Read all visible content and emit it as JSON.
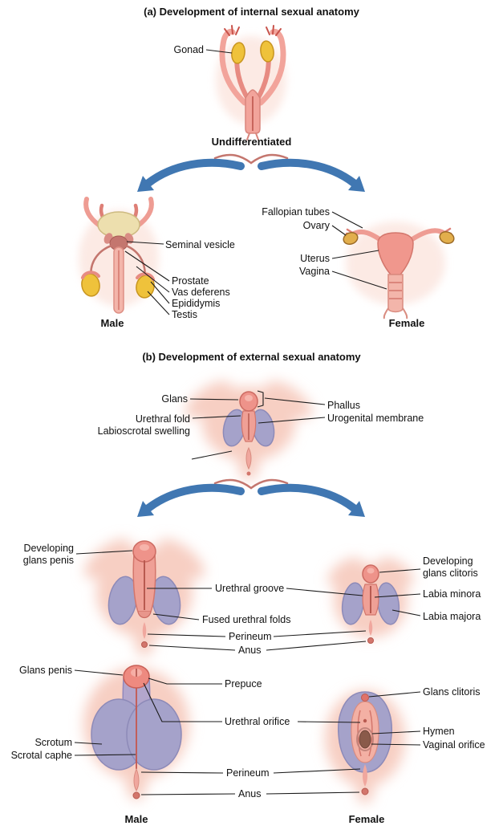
{
  "colors": {
    "arrow_blue": "#4077B2",
    "swelling_purple": "#A5A2CA",
    "gonad_yellow": "#EFC23B",
    "tissue_pink": "#F0A096",
    "background": "#FFFFFF"
  },
  "section_a": {
    "title": "(a) Development of internal sexual anatomy",
    "gonad": "Gonad",
    "undifferentiated": "Undifferentiated",
    "seminal_vesicle": "Seminal vesicle",
    "prostate": "Prostate",
    "vas_deferens": "Vas deferens",
    "epididymis": "Epididymis",
    "testis": "Testis",
    "male": "Male",
    "fallopian_tubes": "Fallopian tubes",
    "ovary": "Ovary",
    "uterus": "Uterus",
    "vagina": "Vagina",
    "female": "Female"
  },
  "section_b": {
    "title": "(b) Development of external sexual anatomy",
    "glans": "Glans",
    "urethral_fold": "Urethral fold",
    "labioscrotal_swelling": "Labioscrotal swelling",
    "phallus": "Phallus",
    "urogenital_membrane": "Urogenital membrane",
    "developing_glans_penis": "Developing glans penis",
    "urethral_groove": "Urethral groove",
    "fused_urethral_folds": "Fused urethral folds",
    "perineum_mid": "Perineum",
    "anus_mid": "Anus",
    "developing_glans_clitoris": "Developing glans clitoris",
    "labia_minora": "Labia minora",
    "labia_majora": "Labia majora",
    "glans_penis": "Glans penis",
    "scrotum": "Scrotum",
    "scrotal_raphe": "Scrotal caphe",
    "prepuce": "Prepuce",
    "urethral_orifice": "Urethral orifice",
    "perineum_bottom": "Perineum",
    "anus_bottom": "Anus",
    "glans_clitoris": "Glans clitoris",
    "hymen": "Hymen",
    "vaginal_orifice": "Vaginal orifice",
    "male": "Male",
    "female": "Female"
  }
}
